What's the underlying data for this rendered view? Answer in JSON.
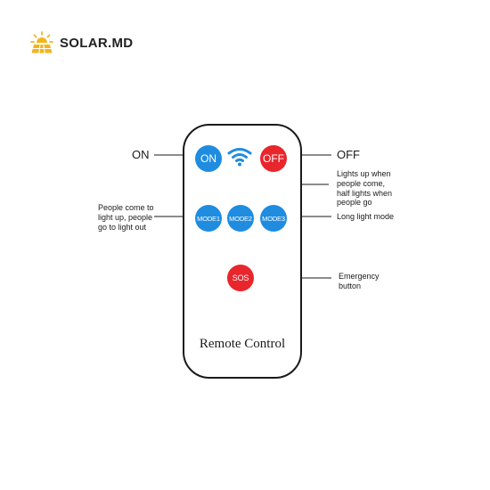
{
  "brand": {
    "name": "SOLAR.MD",
    "icon": "sun-panel-icon",
    "accent": "#f2b51c"
  },
  "remote": {
    "title": "Remote Control",
    "buttons": {
      "on": "ON",
      "off": "OFF",
      "mode1": "MODE1",
      "mode2": "MODE2",
      "mode3": "MODE3",
      "sos": "SOS"
    },
    "colors": {
      "blue": "#1f8ce0",
      "red": "#e8262c"
    },
    "signal_icon": "wifi-icon"
  },
  "callouts": {
    "on": "ON",
    "off": "OFF",
    "mode1": [
      "People come to",
      "light up, people",
      "go to light out"
    ],
    "mode2": [
      "Lights up when",
      "people come,",
      "half lights when",
      "people go"
    ],
    "mode3": "Long light mode",
    "sos": [
      "Emergency",
      "button"
    ]
  }
}
